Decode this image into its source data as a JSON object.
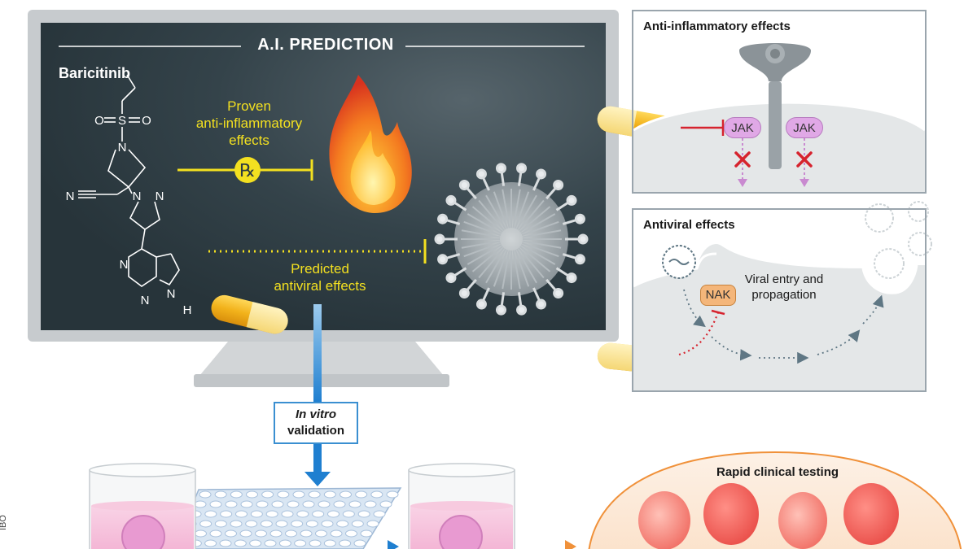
{
  "board": {
    "title": "A.I. PREDICTION",
    "drug_name": "Baricitinib",
    "proven_label": "Proven anti-inflammatory effects",
    "proven_lines": [
      "Proven",
      "anti-inflammatory",
      "effects"
    ],
    "predicted_lines": [
      "Predicted",
      "antiviral effects"
    ],
    "rx_symbol": "℞",
    "atoms": {
      "o_left": "O",
      "s": "S",
      "o_right": "O",
      "n_azetidine": "N",
      "n_nitrile": "N",
      "n_pyrazole_1": "N",
      "n_pyrazole_2": "N",
      "n_pyrimidine_1": "N",
      "n_pyrimidine_2": "N",
      "n_pyrrole": "N",
      "h_pyrrole": "H"
    }
  },
  "validation": {
    "italic": "In vitro",
    "rest": "validation"
  },
  "anti_inflammatory_panel": {
    "title": "Anti-inflammatory effects",
    "jak_left": "JAK",
    "jak_right": "JAK"
  },
  "antiviral_panel": {
    "title": "Antiviral effects",
    "nak": "NAK",
    "viral_lines": [
      "Viral entry and",
      "propagation"
    ]
  },
  "clinical": {
    "title": "Rapid clinical testing"
  },
  "credit": "IBO",
  "colors": {
    "board": "#2e3b42",
    "frame": "#c4c9cc",
    "yellow": "#f3e020",
    "capsule": "#f1b51c",
    "blue_arrow": "#1f7fd0",
    "jak": "#e0a8e6",
    "nak": "#f4b67a",
    "inhibit_red": "#d6232e"
  },
  "icons": [
    "capsule-icon",
    "flame-icon",
    "coronavirus-icon",
    "rx-icon",
    "well-plate-icon",
    "beaker-icon",
    "cell-icon",
    "virus-icon",
    "receptor-icon"
  ]
}
